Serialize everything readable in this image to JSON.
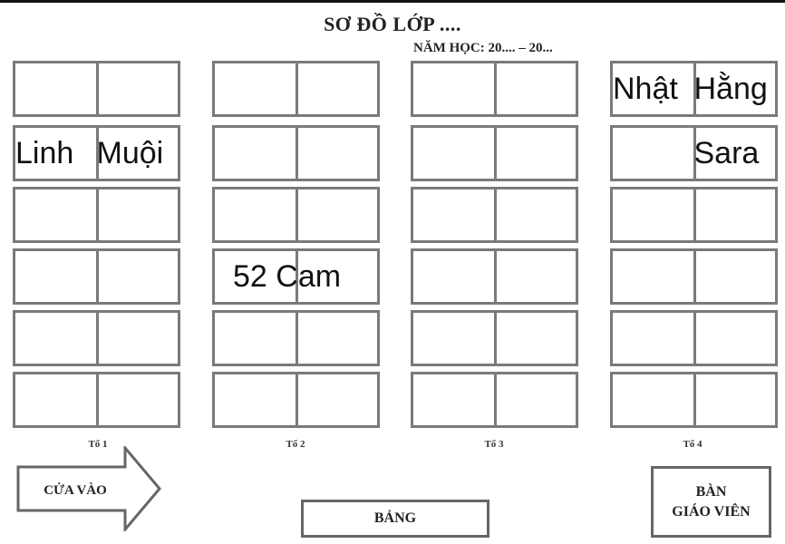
{
  "header": {
    "title": "SƠ ĐỒ LỚP ....",
    "school_year": "NĂM HỌC: 20.... – 20..."
  },
  "groups": [
    {
      "label": "Tổ 1",
      "desks": [
        {
          "left": "",
          "right": ""
        },
        {
          "left": "Linh",
          "right": "Muội"
        },
        {
          "left": "",
          "right": ""
        },
        {
          "left": "",
          "right": ""
        },
        {
          "left": "",
          "right": ""
        },
        {
          "left": "",
          "right": ""
        }
      ]
    },
    {
      "label": "Tổ 2",
      "desks": [
        {
          "left": "",
          "right": ""
        },
        {
          "left": "",
          "right": ""
        },
        {
          "left": "",
          "right": ""
        },
        {
          "left": "",
          "right": ""
        },
        {
          "left": "",
          "right": ""
        },
        {
          "left": "",
          "right": ""
        }
      ]
    },
    {
      "label": "Tổ 3",
      "desks": [
        {
          "left": "",
          "right": ""
        },
        {
          "left": "",
          "right": ""
        },
        {
          "left": "",
          "right": ""
        },
        {
          "left": "",
          "right": ""
        },
        {
          "left": "",
          "right": ""
        },
        {
          "left": "",
          "right": ""
        }
      ]
    },
    {
      "label": "Tổ 4",
      "desks": [
        {
          "left": "Nhật",
          "right": "Hằng"
        },
        {
          "left": "",
          "right": "Sara"
        },
        {
          "left": "",
          "right": ""
        },
        {
          "left": "",
          "right": ""
        },
        {
          "left": "",
          "right": ""
        },
        {
          "left": "",
          "right": ""
        }
      ]
    }
  ],
  "annotations": {
    "group2_row4": "52 Cam"
  },
  "door": {
    "label": "CỬA VÀO"
  },
  "board": {
    "label": "BẢNG"
  },
  "teacher_desk": {
    "line1": "BÀN",
    "line2": "GIÁO VIÊN"
  }
}
